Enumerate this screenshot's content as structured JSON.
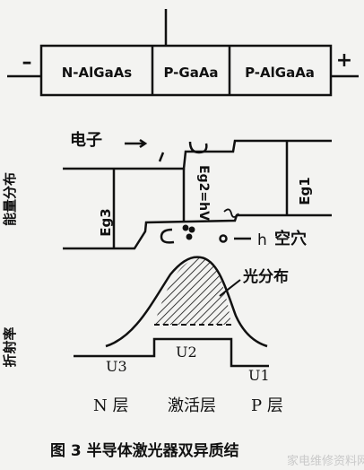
{
  "device": {
    "terminal_negative": "–",
    "terminal_positive": "+",
    "layers": [
      "N-AlGaAs",
      "P-GaAa",
      "P-AlGaAa"
    ]
  },
  "energy_diagram": {
    "y_axis_label": "能量分布",
    "electron_label": "电子",
    "hole_label": "空穴",
    "h_marker": "h",
    "eg3": "Eg3",
    "eg2": "Eg2=hV",
    "eg1": "Eg1"
  },
  "refractive_diagram": {
    "y_axis_label": "折射率",
    "light_label": "光分布",
    "u1": "U1",
    "u2": "U2",
    "u3": "U3"
  },
  "region_labels": {
    "n_layer": "N 层",
    "active_layer": "激活层",
    "p_layer": "P 层"
  },
  "caption": "图 3  半导体激光器双异质结",
  "watermark": "家电维修资料网"
}
